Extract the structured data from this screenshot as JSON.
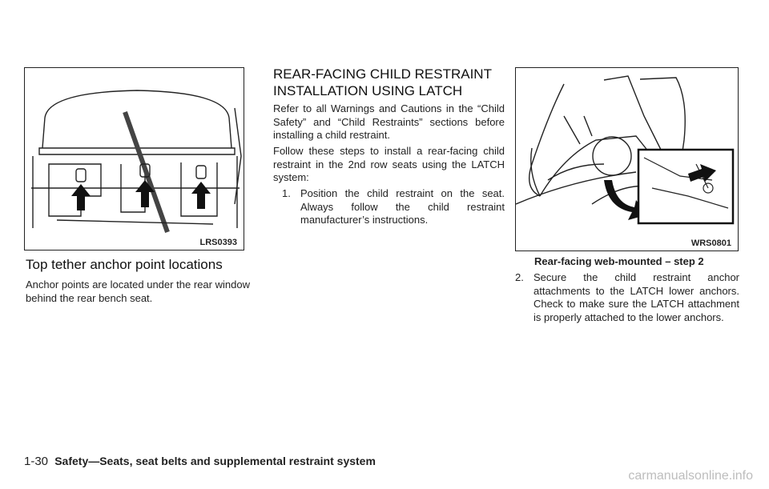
{
  "left": {
    "figure_code": "LRS0393",
    "heading": "Top tether anchor point locations",
    "body": "Anchor points are located under the rear window behind the rear bench seat."
  },
  "middle": {
    "heading_line1": "REAR-FACING CHILD RESTRAINT",
    "heading_line2": "INSTALLATION USING LATCH",
    "para1": "Refer to all Warnings and Cautions in the “Child Safety” and “Child Restraints” sections before installing a child restraint.",
    "para2": "Follow these steps to install a rear-facing child restraint in the 2nd row seats using the LATCH system:",
    "step1_num": "1.",
    "step1_text": "Position the child restraint on the seat. Always follow the child restraint manufacturer’s instructions."
  },
  "right": {
    "figure_code": "WRS0801",
    "caption": "Rear-facing web-mounted – step 2",
    "step2_num": "2.",
    "step2_text": "Secure the child restraint anchor attachments to the LATCH lower anchors. Check to make sure the LATCH attachment is properly attached to the lower anchors."
  },
  "footer": {
    "page_number": "1-30",
    "section_title": "Safety—Seats, seat belts and supplemental restraint system"
  },
  "watermark": "carmanualsonline.info"
}
